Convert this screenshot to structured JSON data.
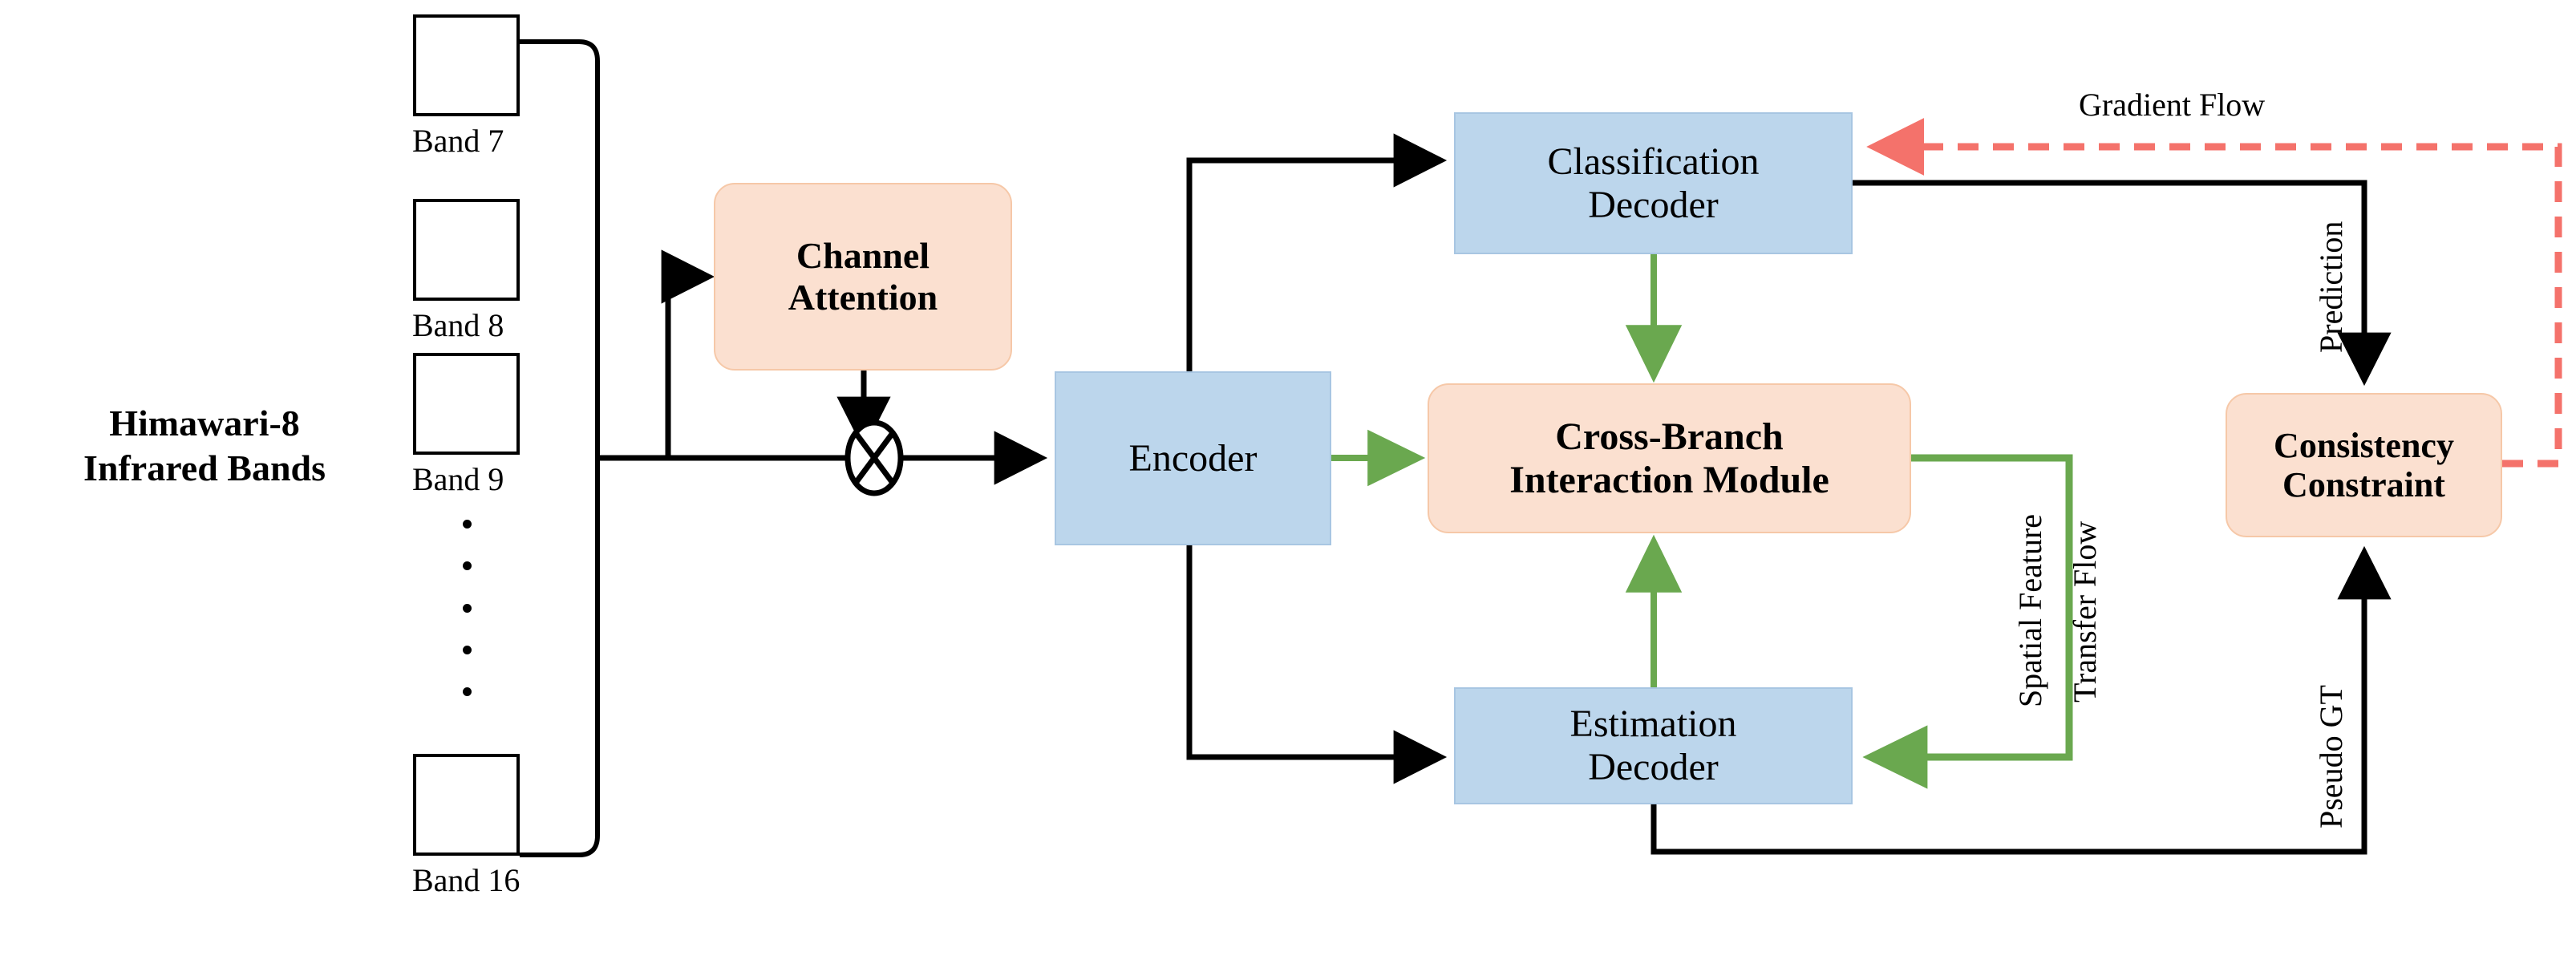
{
  "diagram": {
    "title": "Himawari-8 dual-branch network architecture",
    "colors": {
      "blue_fill": "#bcd6ec",
      "blue_stroke": "#a8c6e2",
      "peach_fill": "#fbe0d0",
      "peach_stroke": "#f6c8a8",
      "black": "#000000",
      "green": "#6aa84f",
      "red": "#f4726b"
    }
  },
  "input": {
    "heading_line1": "Himawari-8",
    "heading_line2": "Infrared Bands",
    "bands": [
      {
        "label": "Band 7"
      },
      {
        "label": "Band 8"
      },
      {
        "label": "Band 9"
      },
      {
        "label": "Band 16"
      }
    ],
    "ellipsis_dot_count": 5
  },
  "blocks": {
    "channel_attention": {
      "line1": "Channel",
      "line2": "Attention",
      "style": "peach"
    },
    "encoder": {
      "line1": "Encoder",
      "line2": "",
      "style": "blue"
    },
    "classification_decoder": {
      "line1": "Classification",
      "line2": "Decoder",
      "style": "blue"
    },
    "estimation_decoder": {
      "line1": "Estimation",
      "line2": "Decoder",
      "style": "blue"
    },
    "cross_branch": {
      "line1": "Cross-Branch",
      "line2": "Interaction Module",
      "style": "peach"
    },
    "consistency_constraint": {
      "line1": "Consistency",
      "line2": "Constraint",
      "style": "peach"
    }
  },
  "operators": {
    "multiply": {
      "symbol": "⊗",
      "name": "element-wise multiplication"
    }
  },
  "edge_labels": {
    "gradient_flow": "Gradient Flow",
    "prediction": "Prediction",
    "pseudo_gt": "Pseudo GT",
    "spatial_feature": "Spatial Feature",
    "transfer_flow": "Transfer Flow"
  }
}
